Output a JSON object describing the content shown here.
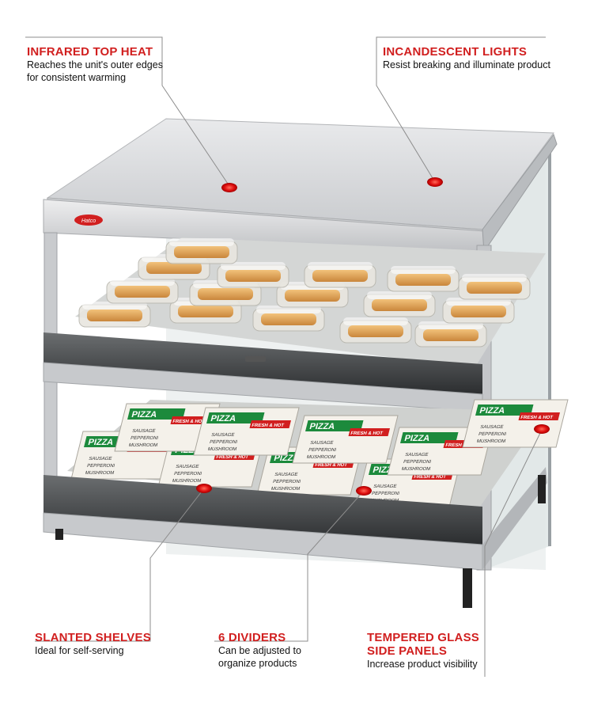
{
  "callouts": {
    "infrared": {
      "title": "INFRARED TOP HEAT",
      "desc": "Reaches the unit's outer edges for consistent warming"
    },
    "incandescent": {
      "title": "INCANDESCENT LIGHTS",
      "desc": "Resist breaking and illuminate product"
    },
    "slanted": {
      "title": "SLANTED SHELVES",
      "desc": "Ideal for self-serving"
    },
    "dividers": {
      "title": "6 DIVIDERS",
      "desc": "Can be adjusted to organize products"
    },
    "glass": {
      "title": "TEMPERED GLASS SIDE PANELS",
      "desc": "Increase product visibility"
    }
  },
  "brand": {
    "logo_text": "Hatco"
  },
  "pizza_box": {
    "word": "PIZZA",
    "banner": "FRESH & HOT",
    "toppings": [
      "SAUSAGE",
      "PEPPERONI",
      "MUSHROOM"
    ]
  },
  "colors": {
    "accent": "#d11f1f",
    "marker": "#e01010",
    "cabinet": "#d8dadc"
  }
}
